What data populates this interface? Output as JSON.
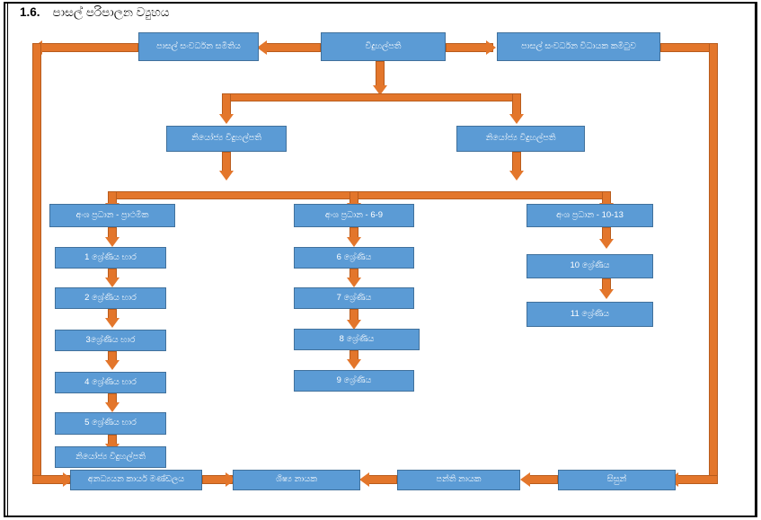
{
  "page": {
    "title_number": "1.6.",
    "title_text": "පාසල් පරිපාලන ව්‍යුහය"
  },
  "colors": {
    "box_fill": "#5b9bd5",
    "box_border": "#41719c",
    "box_text": "#ffffff",
    "connector": "#e3762b",
    "connector_border": "#b85c1d",
    "frame": "#000000",
    "page_bg": "#ffffff"
  },
  "chart_data": {
    "type": "diagram",
    "title": "පාසල් පරිපාලන ව්‍යුහය",
    "nodes": [
      {
        "id": "principal",
        "label": "විදුහල්පති",
        "level": 0,
        "column": "center"
      },
      {
        "id": "sdc",
        "label": "පාසල් සංවර්ධන සමිතිය",
        "level": 0,
        "column": "left"
      },
      {
        "id": "sdec",
        "label": "පාසල් සංවර්ධන විධායක කමිටුව",
        "level": 0,
        "column": "right"
      },
      {
        "id": "deputy_left",
        "label": "නියෝජ්‍ය විදුහල්පති",
        "level": 1,
        "column": "left"
      },
      {
        "id": "deputy_right",
        "label": "නියෝජ්‍ය විදුහල්පති",
        "level": 1,
        "column": "right"
      },
      {
        "id": "sect_primary",
        "label": "අංශ ප්‍රධාන - ප්‍රාථමික",
        "level": 2,
        "column": "left"
      },
      {
        "id": "sect_6_9",
        "label": "අංශ ප්‍රධාන - 6-9",
        "level": 2,
        "column": "center"
      },
      {
        "id": "sect_10_13",
        "label": "අංශ ප්‍රධාන - 10-13",
        "level": 2,
        "column": "right"
      },
      {
        "id": "grade1",
        "label": "1 ශ්‍රේණිය භාර",
        "level": 3,
        "column": "left"
      },
      {
        "id": "grade2",
        "label": "2 ශ්‍රේණිය භාර",
        "level": 4,
        "column": "left"
      },
      {
        "id": "grade3",
        "label": "3ශ්‍රේණිය භාර",
        "level": 5,
        "column": "left"
      },
      {
        "id": "grade4",
        "label": "4 ශ්‍රේණිය භාර",
        "level": 6,
        "column": "left"
      },
      {
        "id": "grade5",
        "label": "5 ශ්‍රේණිය භාර",
        "level": 7,
        "column": "left"
      },
      {
        "id": "deputy_bottom_left",
        "label": "නියෝජ්‍ය විදුහල්පති",
        "level": 8,
        "column": "left"
      },
      {
        "id": "grade6",
        "label": "6 ශ්‍රේණිය",
        "level": 3,
        "column": "center"
      },
      {
        "id": "grade7",
        "label": "7 ශ්‍රේණිය",
        "level": 4,
        "column": "center"
      },
      {
        "id": "grade8",
        "label": "8 ශ්‍රේණිය",
        "level": 5,
        "column": "center"
      },
      {
        "id": "grade9",
        "label": "9 ශ්‍රේණිය",
        "level": 6,
        "column": "center"
      },
      {
        "id": "grade10",
        "label": "10 ශ්‍රේණිය",
        "level": 3,
        "column": "right"
      },
      {
        "id": "grade11",
        "label": "11 ශ්‍රේණිය",
        "level": 4,
        "column": "right"
      },
      {
        "id": "nonacademic",
        "label": "අනධ්‍යයන කාර්ය මණ්ඩලය",
        "level": 9,
        "column": "left"
      },
      {
        "id": "student_leader",
        "label": "ශිෂ්‍ය නායක",
        "level": 9,
        "column": "center-left"
      },
      {
        "id": "class_leader",
        "label": "පන්ති නායක",
        "level": 9,
        "column": "center-right"
      },
      {
        "id": "students",
        "label": "සිසුන්",
        "level": 9,
        "column": "right"
      }
    ],
    "edges": [
      {
        "from": "principal",
        "to": "sdc",
        "direction": "left"
      },
      {
        "from": "principal",
        "to": "sdec",
        "direction": "right"
      },
      {
        "from": "principal",
        "to": "deputy_left",
        "direction": "down"
      },
      {
        "from": "principal",
        "to": "deputy_right",
        "direction": "down"
      },
      {
        "from": "deputy_left",
        "to": "sect_primary",
        "direction": "down"
      },
      {
        "from": "deputy_left",
        "to": "sect_6_9",
        "direction": "down"
      },
      {
        "from": "deputy_right",
        "to": "sect_10_13",
        "direction": "down"
      },
      {
        "from": "sect_primary",
        "to": "grade1",
        "direction": "down"
      },
      {
        "from": "grade1",
        "to": "grade2",
        "direction": "down"
      },
      {
        "from": "grade2",
        "to": "grade3",
        "direction": "down"
      },
      {
        "from": "grade3",
        "to": "grade4",
        "direction": "down"
      },
      {
        "from": "grade4",
        "to": "grade5",
        "direction": "down"
      },
      {
        "from": "grade5",
        "to": "deputy_bottom_left",
        "direction": "down"
      },
      {
        "from": "sect_6_9",
        "to": "grade6",
        "direction": "down"
      },
      {
        "from": "grade6",
        "to": "grade7",
        "direction": "down"
      },
      {
        "from": "grade7",
        "to": "grade8",
        "direction": "down"
      },
      {
        "from": "grade8",
        "to": "grade9",
        "direction": "down"
      },
      {
        "from": "sect_10_13",
        "to": "grade10",
        "direction": "down"
      },
      {
        "from": "grade10",
        "to": "grade11",
        "direction": "down"
      },
      {
        "from": "nonacademic",
        "to": "student_leader",
        "direction": "right"
      },
      {
        "from": "class_leader",
        "to": "student_leader",
        "direction": "left"
      },
      {
        "from": "students",
        "to": "class_leader",
        "direction": "left"
      },
      {
        "from": "sdc",
        "to": "nonacademic",
        "direction": "left-down-right"
      },
      {
        "from": "sdec",
        "to": "students",
        "direction": "right-down-left"
      }
    ]
  }
}
